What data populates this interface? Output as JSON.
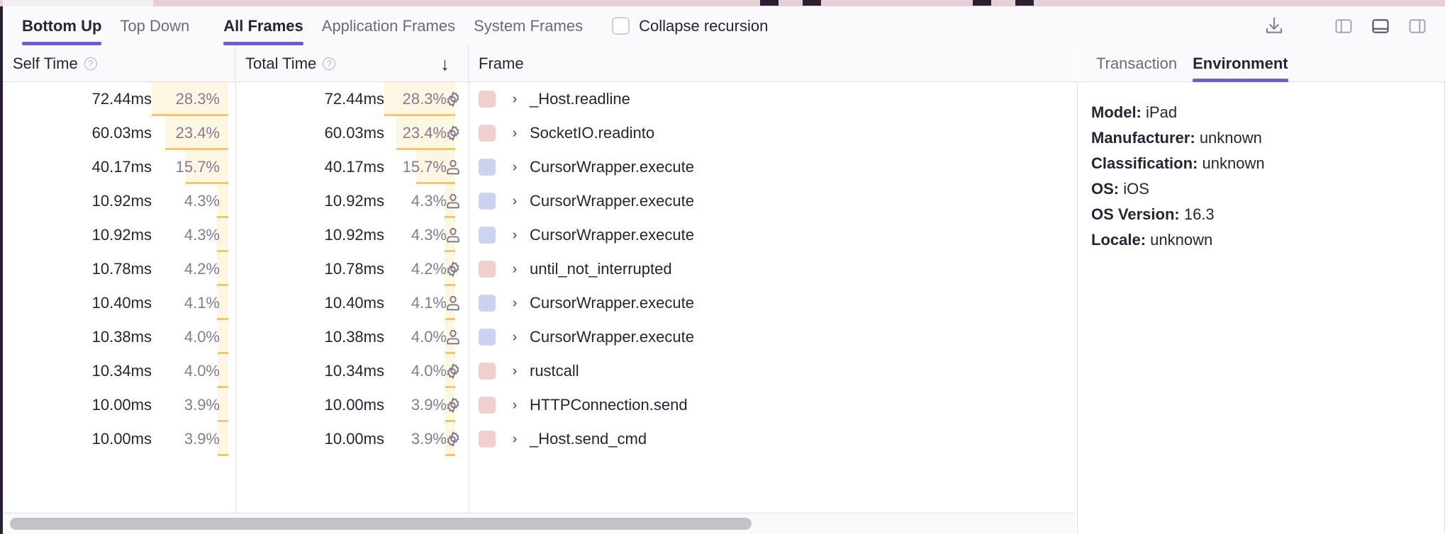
{
  "toolbar": {
    "tabs_left": [
      {
        "label": "Bottom Up",
        "active": true
      },
      {
        "label": "Top Down",
        "active": false
      }
    ],
    "tabs_right": [
      {
        "label": "All Frames",
        "active": true
      },
      {
        "label": "Application Frames",
        "active": false
      },
      {
        "label": "System Frames",
        "active": false
      }
    ],
    "collapse_recursion": {
      "label": "Collapse recursion",
      "checked": false
    },
    "icons": [
      {
        "name": "download-icon"
      },
      {
        "name": "panel-left-icon",
        "active": false
      },
      {
        "name": "panel-bottom-icon",
        "active": true
      },
      {
        "name": "panel-right-icon",
        "active": false
      }
    ]
  },
  "table": {
    "columns": [
      {
        "key": "self_time",
        "label": "Self Time",
        "help": "?",
        "sorted": false
      },
      {
        "key": "total_time",
        "label": "Total Time",
        "help": "?",
        "sorted": true,
        "sort_direction": "↓"
      },
      {
        "key": "frame",
        "label": "Frame",
        "help": "",
        "sorted": false
      }
    ],
    "rows": [
      {
        "self_time": "72.44ms",
        "self_pct": "28.3%",
        "self_pct_value": 28.3,
        "total_time": "72.44ms",
        "total_pct": "28.3%",
        "total_pct_value": 28.3,
        "kind": "system",
        "kind_icon": "gear-icon",
        "swatch_color": "#f0cfcf",
        "chevron": "›",
        "frame": "_Host.readline"
      },
      {
        "self_time": "60.03ms",
        "self_pct": "23.4%",
        "self_pct_value": 23.4,
        "total_time": "60.03ms",
        "total_pct": "23.4%",
        "total_pct_value": 23.4,
        "kind": "system",
        "kind_icon": "gear-icon",
        "swatch_color": "#f0cfcf",
        "chevron": "›",
        "frame": "SocketIO.readinto"
      },
      {
        "self_time": "40.17ms",
        "self_pct": "15.7%",
        "self_pct_value": 15.7,
        "total_time": "40.17ms",
        "total_pct": "15.7%",
        "total_pct_value": 15.7,
        "kind": "application",
        "kind_icon": "person-icon",
        "swatch_color": "#cdd2ef",
        "chevron": "›",
        "frame": "CursorWrapper.execute"
      },
      {
        "self_time": "10.92ms",
        "self_pct": "4.3%",
        "self_pct_value": 4.3,
        "total_time": "10.92ms",
        "total_pct": "4.3%",
        "total_pct_value": 4.3,
        "kind": "application",
        "kind_icon": "person-icon",
        "swatch_color": "#cdd2ef",
        "chevron": "›",
        "frame": "CursorWrapper.execute"
      },
      {
        "self_time": "10.92ms",
        "self_pct": "4.3%",
        "self_pct_value": 4.3,
        "total_time": "10.92ms",
        "total_pct": "4.3%",
        "total_pct_value": 4.3,
        "kind": "application",
        "kind_icon": "person-icon",
        "swatch_color": "#cdd2ef",
        "chevron": "›",
        "frame": "CursorWrapper.execute"
      },
      {
        "self_time": "10.78ms",
        "self_pct": "4.2%",
        "self_pct_value": 4.2,
        "total_time": "10.78ms",
        "total_pct": "4.2%",
        "total_pct_value": 4.2,
        "kind": "system",
        "kind_icon": "gear-icon",
        "swatch_color": "#f0cfcf",
        "chevron": "›",
        "frame": "until_not_interrupted"
      },
      {
        "self_time": "10.40ms",
        "self_pct": "4.1%",
        "self_pct_value": 4.1,
        "total_time": "10.40ms",
        "total_pct": "4.1%",
        "total_pct_value": 4.1,
        "kind": "application",
        "kind_icon": "person-icon",
        "swatch_color": "#cdd2ef",
        "chevron": "›",
        "frame": "CursorWrapper.execute"
      },
      {
        "self_time": "10.38ms",
        "self_pct": "4.0%",
        "self_pct_value": 4.0,
        "total_time": "10.38ms",
        "total_pct": "4.0%",
        "total_pct_value": 4.0,
        "kind": "application",
        "kind_icon": "person-icon",
        "swatch_color": "#cdd2ef",
        "chevron": "›",
        "frame": "CursorWrapper.execute"
      },
      {
        "self_time": "10.34ms",
        "self_pct": "4.0%",
        "self_pct_value": 4.0,
        "total_time": "10.34ms",
        "total_pct": "4.0%",
        "total_pct_value": 4.0,
        "kind": "system",
        "kind_icon": "gear-icon",
        "swatch_color": "#f0cfcf",
        "chevron": "›",
        "frame": "rustcall"
      },
      {
        "self_time": "10.00ms",
        "self_pct": "3.9%",
        "self_pct_value": 3.9,
        "total_time": "10.00ms",
        "total_pct": "3.9%",
        "total_pct_value": 3.9,
        "kind": "system",
        "kind_icon": "gear-icon",
        "swatch_color": "#f0cfcf",
        "chevron": "›",
        "frame": "HTTPConnection.send"
      },
      {
        "self_time": "10.00ms",
        "self_pct": "3.9%",
        "self_pct_value": 3.9,
        "total_time": "10.00ms",
        "total_pct": "3.9%",
        "total_pct_value": 3.9,
        "kind": "system",
        "kind_icon": "gear-icon",
        "swatch_color": "#f0cfcf",
        "chevron": "›",
        "frame": "_Host.send_cmd"
      }
    ]
  },
  "details_panel": {
    "tabs": [
      {
        "label": "Transaction",
        "active": false
      },
      {
        "label": "Environment",
        "active": true
      }
    ],
    "environment": [
      {
        "key": "Model:",
        "value": "iPad"
      },
      {
        "key": "Manufacturer:",
        "value": "unknown"
      },
      {
        "key": "Classification:",
        "value": "unknown"
      },
      {
        "key": "OS:",
        "value": "iOS"
      },
      {
        "key": "OS Version:",
        "value": "16.3"
      },
      {
        "key": "Locale:",
        "value": "unknown"
      }
    ]
  },
  "colors": {
    "accent": "#6c5fc7",
    "system_frame": "#f0cfcf",
    "application_frame": "#cdd2ef",
    "bar_fill": "#fdf6e3",
    "bar_underline": "#f0c674",
    "toolbar_bg": "#faf9fb",
    "rail": "#2b1f33"
  }
}
